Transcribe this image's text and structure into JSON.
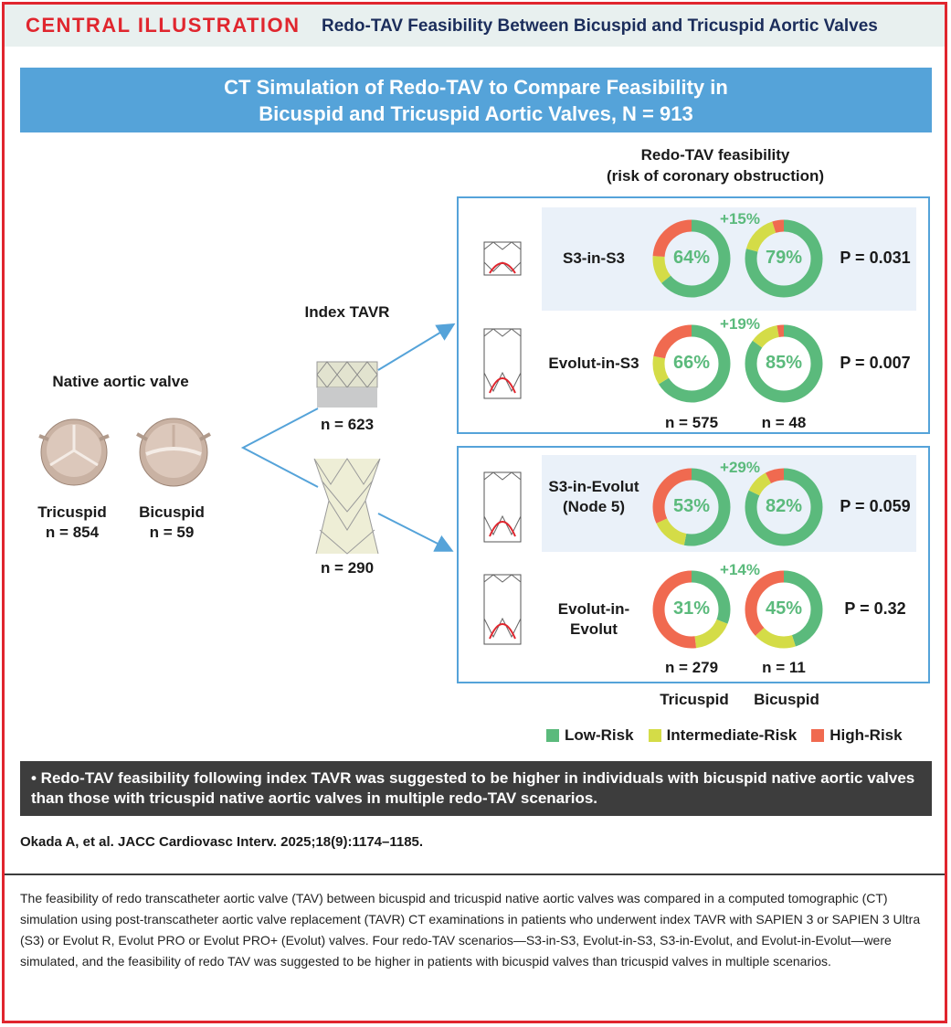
{
  "header": {
    "tag": "CENTRAL ILLUSTRATION",
    "title": "Redo-TAV Feasibility Between Bicuspid and Tricuspid Aortic Valves"
  },
  "banner": {
    "line1": "CT Simulation of Redo-TAV to Compare Feasibility in",
    "line2": "Bicuspid and Tricuspid Aortic Valves, N = 913"
  },
  "native": {
    "title": "Native aortic valve",
    "tricuspid": "Tricuspid",
    "tricuspid_n": "n = 854",
    "bicuspid": "Bicuspid",
    "bicuspid_n": "n = 59"
  },
  "index": {
    "title": "Index TAVR",
    "s3_n": "n = 623",
    "evolut_n": "n = 290"
  },
  "feasibility": {
    "line1": "Redo-TAV feasibility",
    "line2": "(risk of coronary obstruction)"
  },
  "scenarios": [
    {
      "label": "S3-in-S3",
      "delta": "+15%",
      "p": "P = 0.031",
      "tri": {
        "low": 64,
        "int": 12,
        "high": 24,
        "label": "64%"
      },
      "bi": {
        "low": 79,
        "int": 16,
        "high": 5,
        "label": "79%"
      }
    },
    {
      "label": "Evolut-in-S3",
      "delta": "+19%",
      "p": "P = 0.007",
      "tri": {
        "low": 66,
        "int": 12,
        "high": 22,
        "label": "66%"
      },
      "bi": {
        "low": 85,
        "int": 12,
        "high": 3,
        "label": "85%"
      }
    },
    {
      "label": "S3-in-Evolut (Node 5)",
      "delta": "+29%",
      "p": "P = 0.059",
      "tri": {
        "low": 53,
        "int": 15,
        "high": 32,
        "label": "53%"
      },
      "bi": {
        "low": 82,
        "int": 10,
        "high": 8,
        "label": "82%"
      }
    },
    {
      "label": "Evolut-in-Evolut",
      "delta": "+14%",
      "p": "P = 0.32",
      "tri": {
        "low": 31,
        "int": 17,
        "high": 52,
        "label": "31%"
      },
      "bi": {
        "low": 45,
        "int": 18,
        "high": 37,
        "label": "45%"
      }
    }
  ],
  "box1_n": {
    "tri": "n = 575",
    "bi": "n = 48"
  },
  "box2_n": {
    "tri": "n = 279",
    "bi": "n = 11"
  },
  "columns": {
    "tri": "Tricuspid",
    "bi": "Bicuspid"
  },
  "legend": [
    {
      "label": "Low-Risk",
      "color": "#5bba7c"
    },
    {
      "label": "Intermediate-Risk",
      "color": "#d4dc47"
    },
    {
      "label": "High-Risk",
      "color": "#f06a50"
    }
  ],
  "summary": "• Redo-TAV feasibility following index TAVR was suggested to be higher in individuals with bicuspid native aortic valves than those with tricuspid native aortic valves in multiple redo-TAV scenarios.",
  "citation": "Okada A, et al. JACC Cardiovasc Interv. 2025;18(9):1174–1185.",
  "caption": "The feasibility of redo transcatheter aortic valve (TAV) between bicuspid and tricuspid native aortic valves was compared in a computed tomographic (CT) simulation using post-transcatheter aortic valve replacement (TAVR) CT examinations in patients who underwent index TAVR with SAPIEN 3 or SAPIEN 3 Ultra (S3) or Evolut R, Evolut PRO or Evolut PRO+ (Evolut) valves. Four redo-TAV scenarios—S3-in-S3, Evolut-in-S3, S3-in-Evolut, and Evolut-in-Evolut—were simulated, and the feasibility of redo TAV was suggested to be higher in patients with bicuspid valves than tricuspid valves in multiple scenarios."
}
